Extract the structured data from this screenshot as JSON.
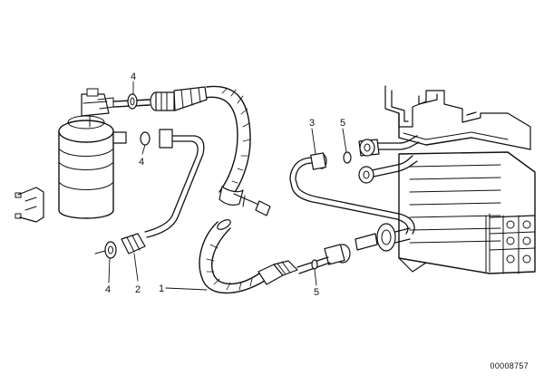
{
  "diagram": {
    "document_number": "00008757",
    "callouts": [
      {
        "id": "receiver-bracket-seal",
        "label": "4"
      },
      {
        "id": "receiver-lower-seal",
        "label": "4"
      },
      {
        "id": "pipe-end-seal",
        "label": "4"
      },
      {
        "id": "line-clamp",
        "label": "2"
      },
      {
        "id": "hose-line",
        "label": "1"
      },
      {
        "id": "evaporator-fitting",
        "label": "3"
      },
      {
        "id": "evaporator-seal-top",
        "label": "5"
      },
      {
        "id": "evaporator-seal-bottom",
        "label": "5"
      }
    ]
  }
}
